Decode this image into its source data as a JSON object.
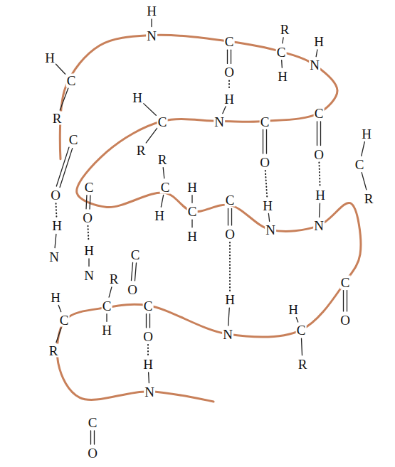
{
  "diagram": {
    "labels": [
      "H",
      "N",
      "R",
      "C",
      "H",
      "C",
      "H",
      "N",
      "O",
      "H",
      "C",
      "H",
      "H",
      "C",
      "R",
      "C",
      "N",
      "C",
      "H",
      "C",
      "R",
      "O",
      "R",
      "O",
      "C",
      "C",
      "C",
      "H",
      "O",
      "H",
      "R",
      "C",
      "H",
      "C",
      "H",
      "O",
      "H",
      "N",
      "N",
      "O",
      "H",
      "H",
      "C",
      "N",
      "N",
      "R",
      "C",
      "O",
      "H",
      "H",
      "C",
      "C",
      "H",
      "C",
      "O",
      "H",
      "C",
      "N",
      "O",
      "R",
      "R",
      "H",
      "N",
      "C",
      "O"
    ]
  }
}
